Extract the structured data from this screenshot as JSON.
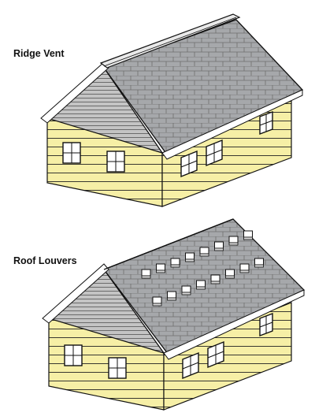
{
  "labels": {
    "ridge_vent": "Ridge Vent",
    "roof_louvers": "Roof Louvers"
  },
  "colors": {
    "siding": "#f6efa6",
    "roof": "#a6a8ab",
    "roof_shingle_lines": "#6e6e6e",
    "gable": "#c4c4c4",
    "outline": "#111111",
    "window_glass": "#ffffff",
    "background": "#ffffff"
  },
  "houses": [
    {
      "id": "ridge-vent-house",
      "vent_type": "ridge vent"
    },
    {
      "id": "roof-louvers-house",
      "vent_type": "roof louvers",
      "louver_rows": 2,
      "louvers_per_row": 8
    }
  ]
}
